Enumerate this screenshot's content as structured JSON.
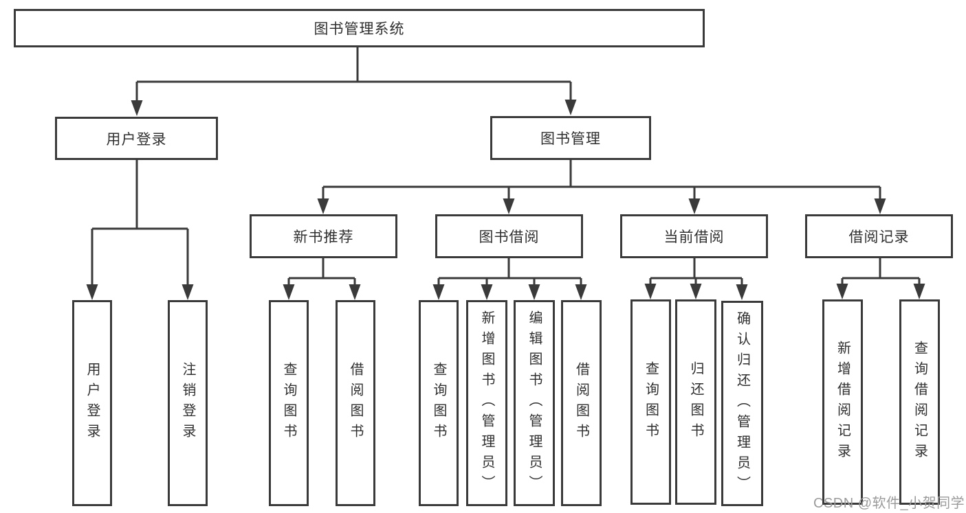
{
  "diagram": {
    "root": {
      "label": "图书管理系统"
    },
    "level2": [
      {
        "label": "用户登录"
      },
      {
        "label": "图书管理"
      }
    ],
    "level3": [
      {
        "label": "新书推荐"
      },
      {
        "label": "图书借阅"
      },
      {
        "label": "当前借阅"
      },
      {
        "label": "借阅记录"
      }
    ],
    "leaves": {
      "login": [
        {
          "label": "用户登录"
        },
        {
          "label": "注销登录"
        }
      ],
      "newbook": [
        {
          "label": "查询图书"
        },
        {
          "label": "借阅图书"
        }
      ],
      "borrow": [
        {
          "label": "查询图书"
        },
        {
          "label": "新增图书（管理员）"
        },
        {
          "label": "编辑图书（管理员）"
        },
        {
          "label": "借阅图书"
        }
      ],
      "current": [
        {
          "label": "查询图书"
        },
        {
          "label": "归还图书"
        },
        {
          "label": "确认归还（管理员）"
        }
      ],
      "records": [
        {
          "label": "新增借阅记录"
        },
        {
          "label": "查询借阅记录"
        }
      ]
    },
    "colors": {
      "line": "#3a3a3a",
      "text": "#2f2f2f",
      "background": "#ffffff",
      "watermark": "#9b9b9b"
    },
    "watermark": "CSDN @软件_小贺同学"
  }
}
